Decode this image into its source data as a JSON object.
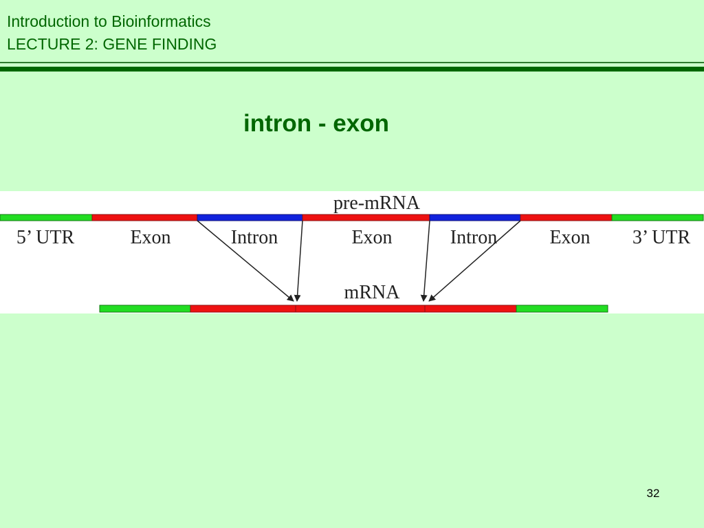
{
  "header": {
    "line1": "Introduction to Bioinformatics",
    "line2": "LECTURE 2: GENE FINDING"
  },
  "slide": {
    "title": "intron - exon",
    "page_number": "32"
  },
  "diagram": {
    "pre_mrna_label": "pre-mRNA",
    "mrna_label": "mRNA",
    "segment_labels": [
      "5’ UTR",
      "Exon",
      "Intron",
      "Exon",
      "Intron",
      "Exon",
      "3’ UTR"
    ],
    "colors": {
      "utr": "#22dd22",
      "exon": "#ee1111",
      "intron": "#1122dd",
      "arrow": "#222222",
      "header_text": "#006600",
      "background": "#ccffcc"
    }
  }
}
